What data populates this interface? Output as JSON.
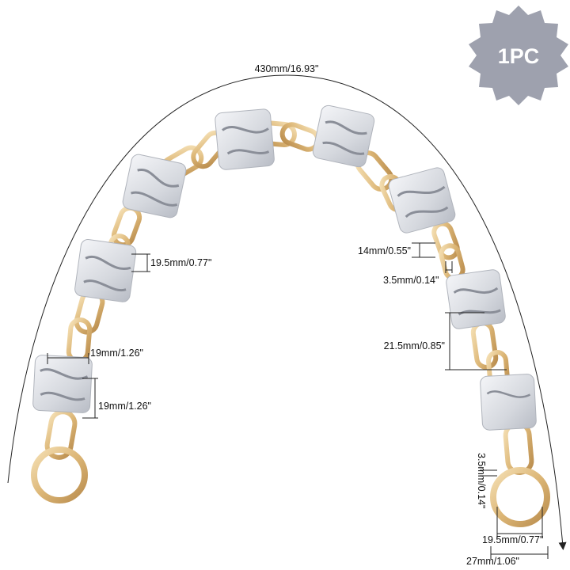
{
  "badge": {
    "label": "1PC",
    "color": "#9ea1ae"
  },
  "measurements": {
    "total_length": "430mm/16.93\"",
    "bead_gap_left": "19.5mm/0.77\"",
    "bead_width": "19mm/1.26\"",
    "bead_height": "19mm/1.26\"",
    "link_length": "14mm/0.55\"",
    "link_thickness_mid": "3.5mm/0.14\"",
    "link_long": "21.5mm/0.85\"",
    "ring_thickness": "3.5mm/0.14\"",
    "ring_inner": "19.5mm/0.77\"",
    "ring_outer": "27mm/1.06\""
  },
  "colors": {
    "gold": "#e2bf86",
    "gold_dark": "#b98c4d",
    "bead_light": "#eceef2",
    "bead_marble": "#8a8e98",
    "line": "#222222"
  }
}
